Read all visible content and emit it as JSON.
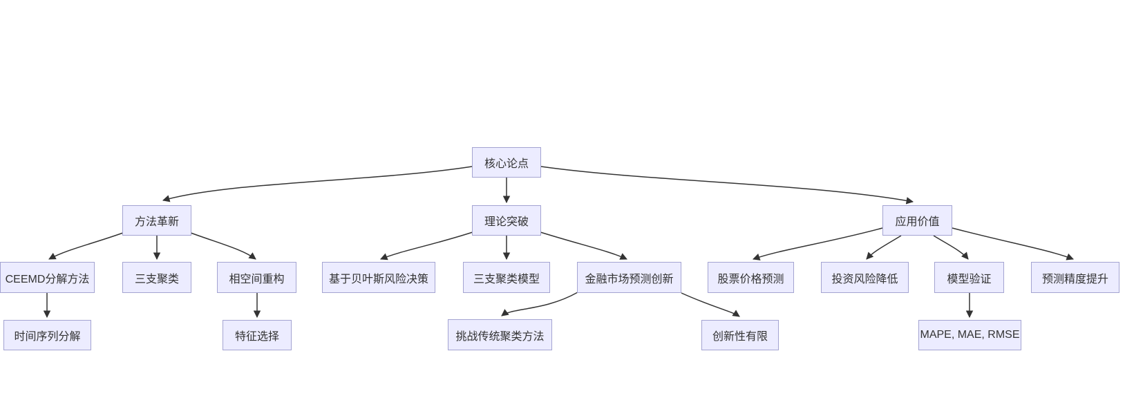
{
  "diagram": {
    "type": "flowchart",
    "direction": "top-down",
    "nodes": {
      "core": {
        "label": "核心论点"
      },
      "method": {
        "label": "方法革新"
      },
      "theory": {
        "label": "理论突破"
      },
      "value": {
        "label": "应用价值"
      },
      "ceemd": {
        "label": "CEEMD分解方法"
      },
      "three_way": {
        "label": "三支聚类"
      },
      "phase": {
        "label": "相空间重构"
      },
      "bayes": {
        "label": "基于贝叶斯风险决策"
      },
      "twc_model": {
        "label": "三支聚类模型"
      },
      "finance": {
        "label": "金融市场预测创新"
      },
      "stock": {
        "label": "股票价格预测"
      },
      "risk": {
        "label": "投资风险降低"
      },
      "validation": {
        "label": "模型验证"
      },
      "precision": {
        "label": "预测精度提升"
      },
      "decompose": {
        "label": "时间序列分解"
      },
      "feature": {
        "label": "特征选择"
      },
      "challenge": {
        "label": "挑战传统聚类方法"
      },
      "limited": {
        "label": "创新性有限"
      },
      "metrics": {
        "label": "MAPE, MAE, RMSE"
      }
    },
    "edges": [
      {
        "from": "core",
        "to": "method"
      },
      {
        "from": "core",
        "to": "theory"
      },
      {
        "from": "core",
        "to": "value"
      },
      {
        "from": "method",
        "to": "ceemd"
      },
      {
        "from": "method",
        "to": "three_way"
      },
      {
        "from": "method",
        "to": "phase"
      },
      {
        "from": "theory",
        "to": "bayes"
      },
      {
        "from": "theory",
        "to": "twc_model"
      },
      {
        "from": "theory",
        "to": "finance"
      },
      {
        "from": "value",
        "to": "stock"
      },
      {
        "from": "value",
        "to": "risk"
      },
      {
        "from": "value",
        "to": "validation"
      },
      {
        "from": "value",
        "to": "precision"
      },
      {
        "from": "ceemd",
        "to": "decompose"
      },
      {
        "from": "phase",
        "to": "feature"
      },
      {
        "from": "finance",
        "to": "challenge"
      },
      {
        "from": "finance",
        "to": "limited"
      },
      {
        "from": "validation",
        "to": "metrics"
      }
    ],
    "colors": {
      "background": "#FFFFFF",
      "node_fill": "#ECECFF",
      "node_border": "#A3A3D1",
      "edge": "#333333",
      "text": "#333333"
    }
  }
}
